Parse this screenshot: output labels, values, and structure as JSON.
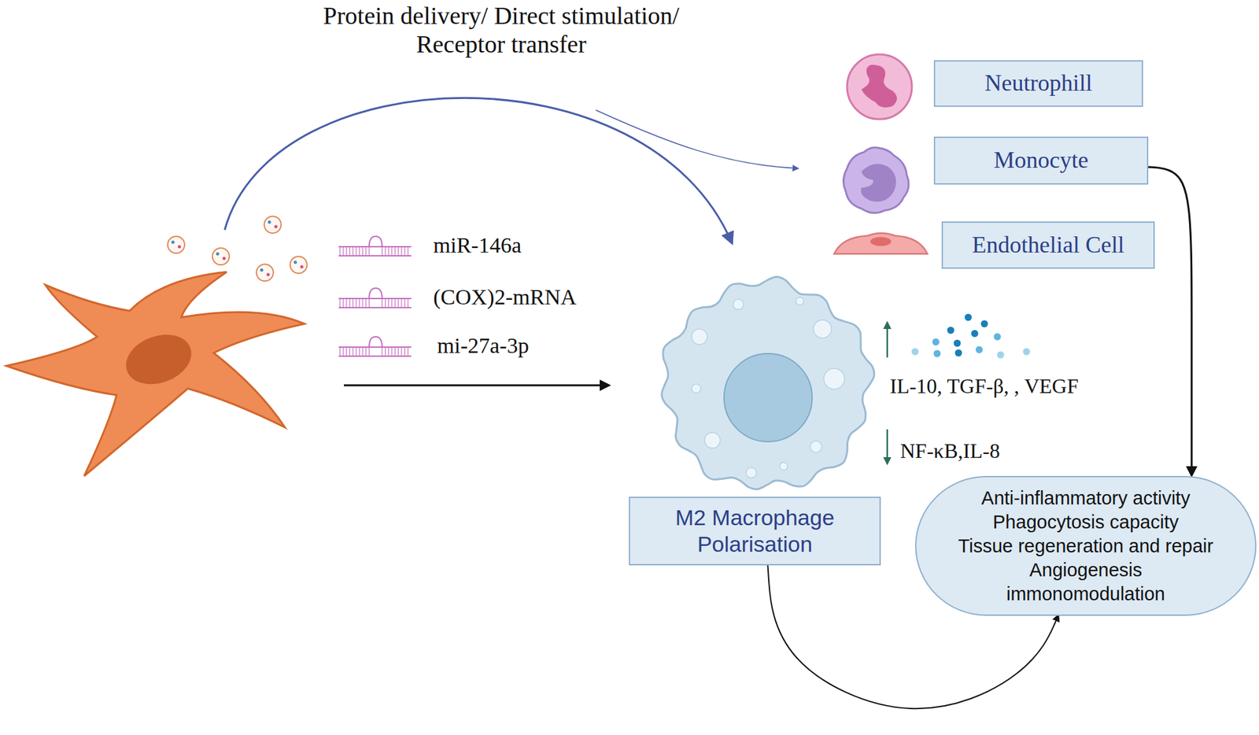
{
  "diagram": {
    "nodes": [
      {
        "text": [
          "Neutrophill"
        ]
      },
      {
        "text": [
          "Monocyte"
        ]
      },
      {
        "text": [
          "Endothelial Cell"
        ]
      },
      {
        "text": [
          "M2 Macrophage Polarisation"
        ]
      },
      {
        "text": [
          "Anti-inflammatory activity",
          "Phagocytosis capacity",
          "Tissue regeneration and repair",
          "Angiogenesis",
          "immonomodulation"
        ]
      }
    ],
    "edges": [
      {
        "from": 1,
        "to": 4,
        "arrow": "to"
      },
      {
        "from": 3,
        "to": 4,
        "arrow": "to"
      }
    ],
    "labels": [
      "Protein delivery/ Direct stimulation/ Receptor transfer",
      "miR-146a",
      "(COX)2-mRNA",
      "mi-27a-3p",
      "IL-10, TGF-β, , VEGF",
      "NF-κB,IL-8"
    ]
  }
}
